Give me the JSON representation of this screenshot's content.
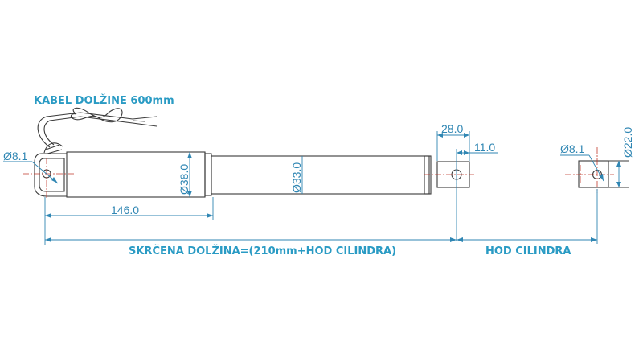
{
  "drawing": {
    "title": "Linear actuator dimensional drawing",
    "colors": {
      "outline": "#3a3a3a",
      "dimension": "#2f86b3",
      "label": "#2a9bc4",
      "centerline": "#c0392b"
    },
    "labels": {
      "cable": "KABEL DOLŽINE 600mm",
      "retracted_length": "SKRČENA DOLŽINA=(210mm+HOD CILINDRA)",
      "stroke": "HOD CILINDRA"
    },
    "dimensions": {
      "rear_hole": "Ø8.1",
      "motor_diameter": "Ø38.0",
      "tube_diameter": "Ø33.0",
      "motor_length": "146.0",
      "rod_end_length": "28.0",
      "rod_hole_offset": "11.0",
      "front_hole": "Ø8.1",
      "rod_diameter": "Ø22.0"
    }
  }
}
